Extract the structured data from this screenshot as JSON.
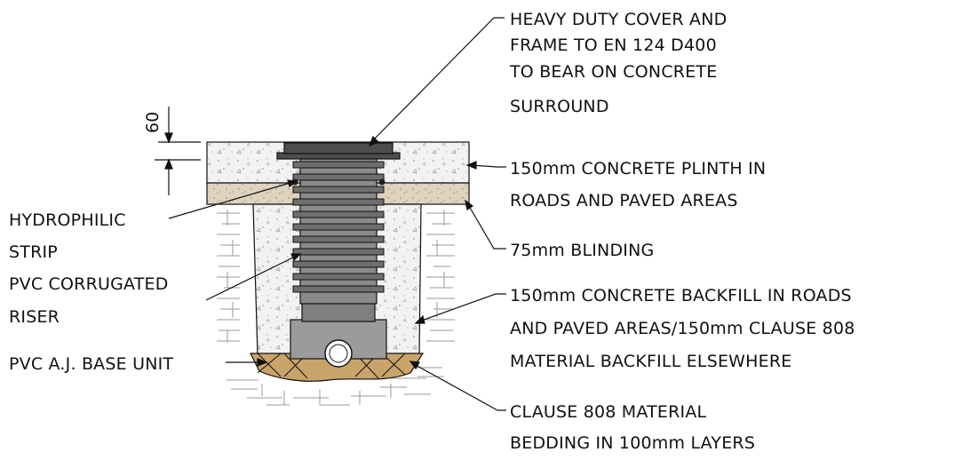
{
  "labels": {
    "cover": [
      "HEAVY DUTY COVER AND",
      "FRAME TO EN 124 D400",
      "TO BEAR ON CONCRETE",
      "SURROUND"
    ],
    "plinth": [
      "150mm CONCRETE PLINTH IN",
      "ROADS AND PAVED AREAS"
    ],
    "blinding": [
      "75mm BLINDING"
    ],
    "backfill": [
      "150mm CONCRETE BACKFILL IN ROADS",
      "AND PAVED AREAS/150mm CLAUSE 808",
      "MATERIAL BACKFILL ELSEWHERE"
    ],
    "bedding": [
      "CLAUSE 808 MATERIAL",
      "BEDDING IN 100mm LAYERS"
    ],
    "hydrophilic": [
      "HYDROPHILIC",
      "STRIP"
    ],
    "riser": [
      "PVC CORRUGATED",
      "RISER"
    ],
    "base_unit": [
      "PVC A.J. BASE UNIT"
    ]
  },
  "dimension": {
    "value": "60"
  },
  "colors": {
    "concrete": "#f2f2f2",
    "blinding": "#ddd3bf",
    "bedding": "#c9a46a",
    "riser": "#8a8a8a",
    "base_unit": "#9b9b9b",
    "cover": "#4d4d4d",
    "ink": "#111111"
  }
}
